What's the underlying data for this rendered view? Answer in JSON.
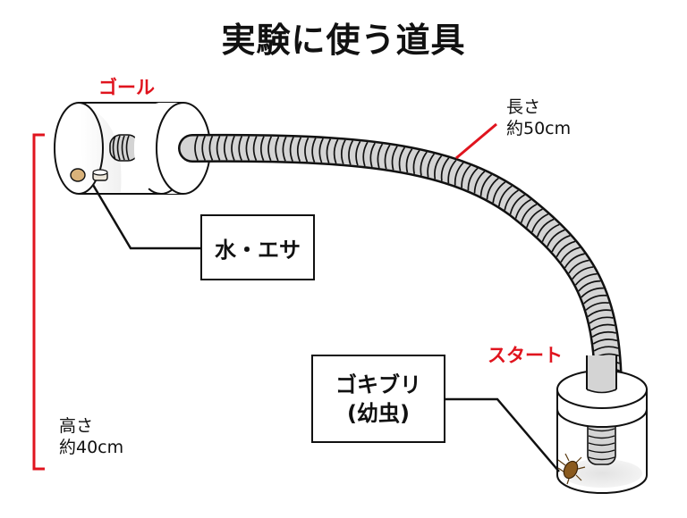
{
  "title": "実験に使う道具",
  "labels": {
    "goal": "ゴール",
    "start": "スタート"
  },
  "callouts": {
    "water_food": "水・エサ",
    "cockroach_line1": "ゴキブリ",
    "cockroach_line2": "(幼虫)"
  },
  "measurements": {
    "length_label": "長さ",
    "length_value": "約50cm",
    "height_label": "高さ",
    "height_value": "約40cm"
  },
  "colors": {
    "accent_red": "#e0141e",
    "hose_fill": "#d4d4d4",
    "outline": "#111111",
    "food": "#d9b27a",
    "cockroach": "#8a5a1e"
  },
  "icons": {
    "goal_container": "goal-cylinder-icon",
    "start_container": "start-jar-icon",
    "hose": "corrugated-hose-icon",
    "food": "food-pellet-icon",
    "water": "water-dish-icon",
    "insect": "cockroach-icon"
  }
}
